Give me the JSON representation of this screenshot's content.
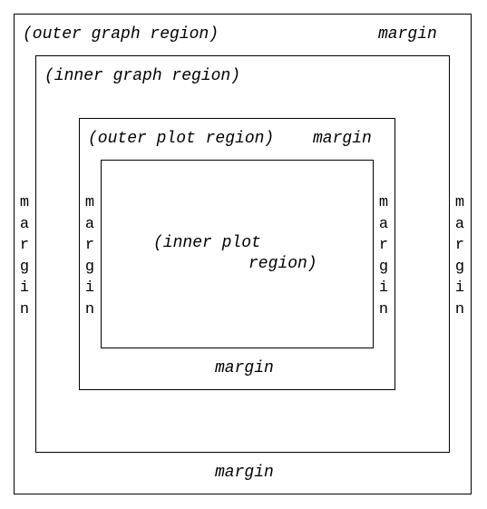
{
  "outer_graph": {
    "region_label": "(outer graph region)",
    "margin_top_right": "margin",
    "margin_bottom": "margin",
    "margin_left": "margin",
    "margin_right": "margin"
  },
  "inner_graph": {
    "region_label": "(inner graph region)"
  },
  "outer_plot": {
    "region_label": "(outer plot region)",
    "margin_top_right": "margin",
    "margin_bottom": "margin",
    "margin_left": "margin",
    "margin_right": "margin"
  },
  "inner_plot": {
    "region_label_line1": "(inner plot",
    "region_label_line2": "region)"
  }
}
